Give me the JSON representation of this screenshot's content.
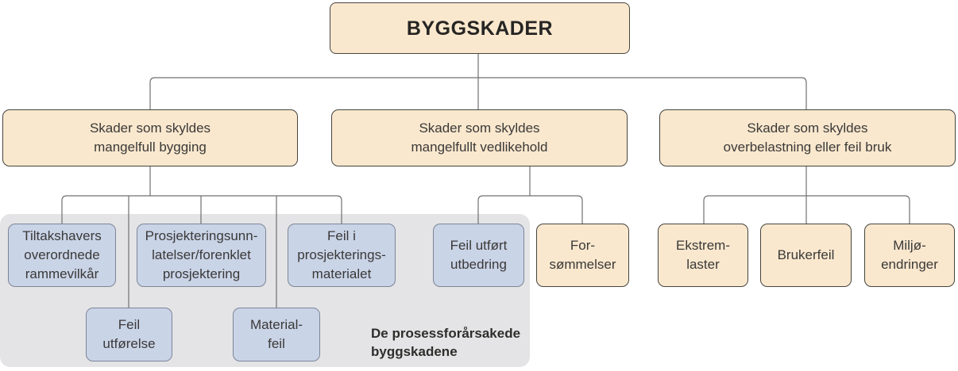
{
  "diagram": {
    "root": {
      "label": "BYGGSKADER"
    },
    "branches": [
      {
        "id": "bygging",
        "label": "Skader som skyldes\nmangelfull bygging"
      },
      {
        "id": "vedlikehold",
        "label": "Skader som skyldes\nmangelfullt vedlikehold"
      },
      {
        "id": "overbelastning",
        "label": "Skader som skyldes\noverbelastning eller feil bruk"
      }
    ],
    "bygging_causes": [
      {
        "label": "Tiltakshavers\noverordnede\nrammevilkår"
      },
      {
        "label": "Prosjekteringsunn-\nlatelser/forenklet\nprosjektering"
      },
      {
        "label": "Feil i\nprosjekterings-\nmaterialet"
      },
      {
        "label": "Feil\nutførelse"
      },
      {
        "label": "Material-\nfeil"
      }
    ],
    "vedlikehold_causes": [
      {
        "label": "Feil utført\nutbedring"
      },
      {
        "label": "For-\nsømmelser"
      }
    ],
    "overbelastning_causes": [
      {
        "label": "Ekstrem-\nlaster"
      },
      {
        "label": "Brukerfeil"
      },
      {
        "label": "Miljø-\nendringer"
      }
    ],
    "panel_caption": "De prosessforårsakede\nbyggskadene",
    "colors": {
      "cream_fill": "#fae8ce",
      "cream_border": "#45443f",
      "blue_fill": "#cad4e7",
      "blue_border": "#7d8699",
      "panel_background": "#e4e4e6",
      "connector_line": "#707070",
      "text": "#3a3938"
    }
  }
}
